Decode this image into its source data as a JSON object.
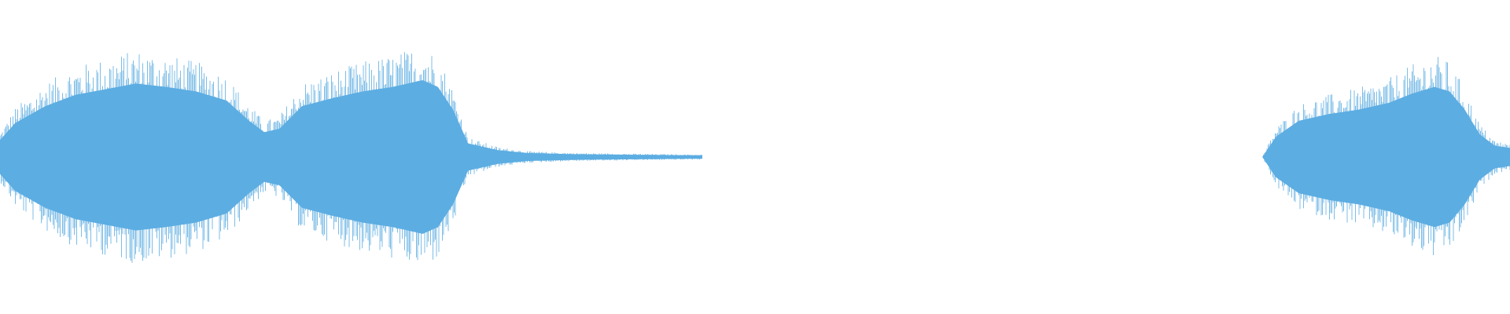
{
  "waveform": {
    "color": "#5dade2",
    "background": "#ffffff",
    "segments": [
      {
        "name": "segment-1",
        "start": 0.0,
        "end": 0.465,
        "envelope": [
          [
            0.0,
            0.15
          ],
          [
            0.01,
            0.3
          ],
          [
            0.03,
            0.45
          ],
          [
            0.05,
            0.55
          ],
          [
            0.07,
            0.6
          ],
          [
            0.09,
            0.65
          ],
          [
            0.11,
            0.62
          ],
          [
            0.13,
            0.58
          ],
          [
            0.15,
            0.5
          ],
          [
            0.165,
            0.32
          ],
          [
            0.175,
            0.22
          ],
          [
            0.185,
            0.25
          ],
          [
            0.2,
            0.45
          ],
          [
            0.22,
            0.52
          ],
          [
            0.24,
            0.58
          ],
          [
            0.26,
            0.62
          ],
          [
            0.28,
            0.68
          ],
          [
            0.29,
            0.62
          ],
          [
            0.3,
            0.42
          ],
          [
            0.31,
            0.12
          ],
          [
            0.33,
            0.06
          ],
          [
            0.35,
            0.035
          ],
          [
            0.38,
            0.025
          ],
          [
            0.42,
            0.02
          ],
          [
            0.465,
            0.015
          ]
        ]
      },
      {
        "name": "segment-2",
        "start": 0.836,
        "end": 1.0,
        "envelope": [
          [
            0.836,
            0.0
          ],
          [
            0.845,
            0.18
          ],
          [
            0.86,
            0.32
          ],
          [
            0.88,
            0.38
          ],
          [
            0.9,
            0.42
          ],
          [
            0.92,
            0.48
          ],
          [
            0.935,
            0.56
          ],
          [
            0.95,
            0.62
          ],
          [
            0.96,
            0.58
          ],
          [
            0.97,
            0.42
          ],
          [
            0.98,
            0.2
          ],
          [
            0.99,
            0.1
          ],
          [
            1.0,
            0.08
          ]
        ]
      }
    ]
  }
}
